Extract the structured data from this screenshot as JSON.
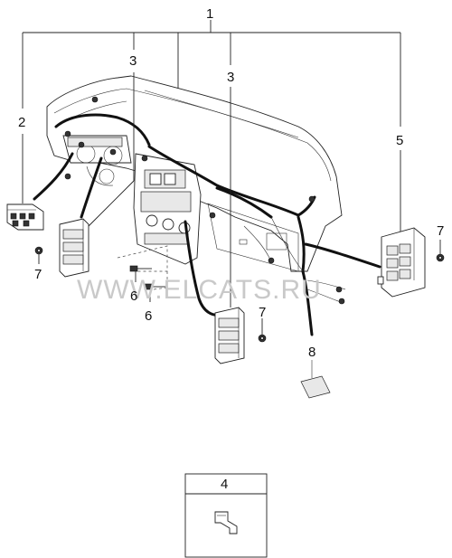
{
  "callouts": {
    "c1": "1",
    "c2": "2",
    "c3a": "3",
    "c3b": "3",
    "c4": "4",
    "c5": "5",
    "c6a": "6",
    "c6b": "6",
    "c7a": "7",
    "c7b": "7",
    "c7c": "7",
    "c8": "8"
  },
  "watermark": "WWW.ELCATS.RU"
}
